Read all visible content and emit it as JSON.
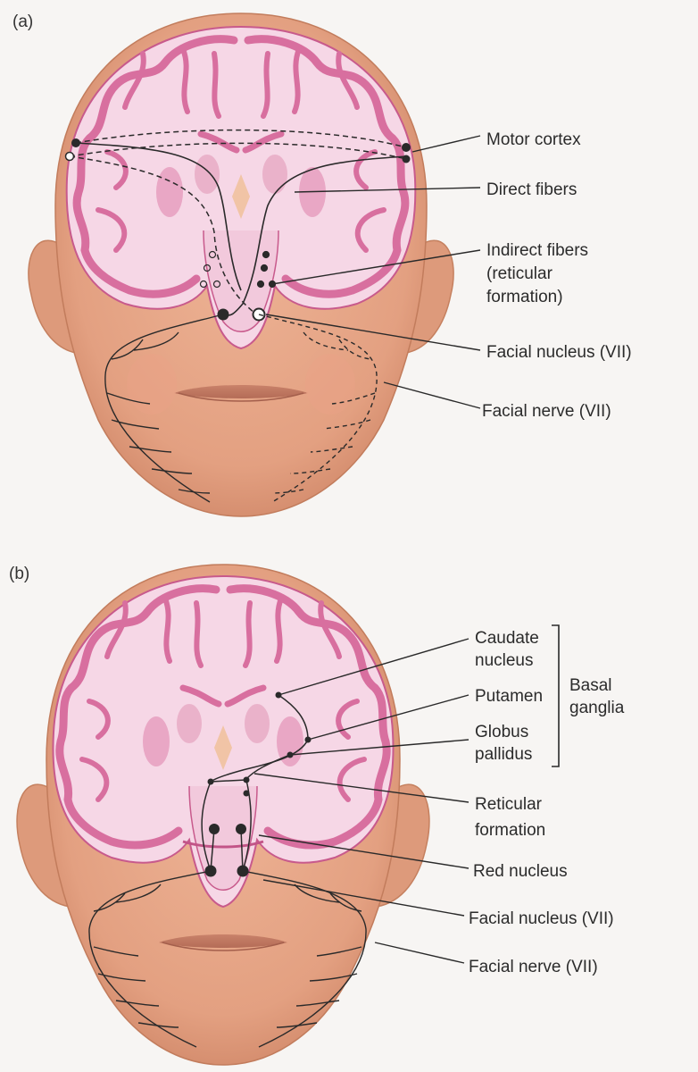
{
  "panel_a": {
    "tag": "(a)",
    "labels": {
      "motor_cortex": "Motor cortex",
      "direct_fibers": "Direct fibers",
      "indirect_fibers_1": "Indirect fibers",
      "indirect_fibers_2": "(reticular",
      "indirect_fibers_3": "formation)",
      "facial_nucleus": "Facial nucleus (VII)",
      "facial_nerve": "Facial nerve (VII)"
    }
  },
  "panel_b": {
    "tag": "(b)",
    "labels": {
      "caudate_1": "Caudate",
      "caudate_2": "nucleus",
      "putamen": "Putamen",
      "globus_1": "Globus",
      "globus_2": "pallidus",
      "basal_1": "Basal",
      "basal_2": "ganglia",
      "reticular_1": "Reticular",
      "reticular_2": "formation",
      "red_nucleus": "Red nucleus",
      "facial_nucleus": "Facial nucleus (VII)",
      "facial_nerve": "Facial nerve (VII)"
    }
  },
  "colors": {
    "skin": "#e6a585",
    "skin_dark": "#cf8a6c",
    "brain_fill": "#f6d7e6",
    "cortex": "#d86f9f",
    "line": "#2a2a2a"
  }
}
